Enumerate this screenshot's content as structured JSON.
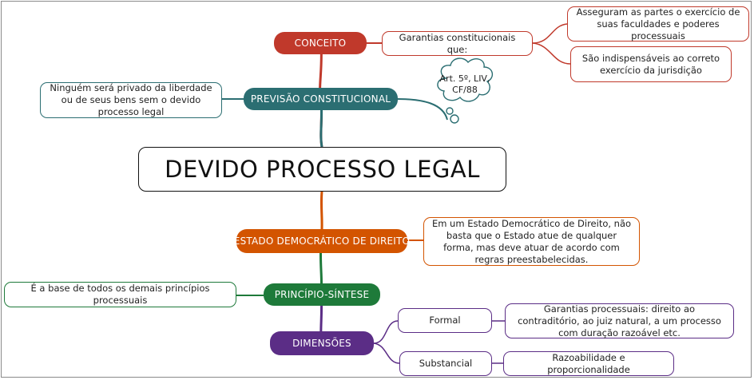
{
  "title": "DEVIDO PROCESSO LEGAL",
  "colors": {
    "conceito": "#c0392b",
    "previsao": "#2b6e72",
    "estado": "#d35400",
    "principio": "#1e7a3a",
    "dimensoes": "#5b2d86"
  },
  "conceito": {
    "label": "CONCEITO",
    "summary": "Garantias constitucionais que:",
    "items": [
      "Asseguram as partes o exercício de suas faculdades e poderes processuais",
      "São indispensáveis ao correto exercício da jurisdição"
    ]
  },
  "previsao": {
    "label": "PREVISÃO CONSTITUCIONAL",
    "note": "Ninguém será privado da liberdade ou de seus bens sem o devido processo legal",
    "cloud": "Art. 5º, LIV, CF/88"
  },
  "estado": {
    "label": "ESTADO DEMOCRÁTICO DE DIREITO",
    "note": "Em um Estado Democrático de Direito, não basta que o Estado atue de qualquer forma, mas deve atuar de acordo com regras preestabelecidas."
  },
  "principio": {
    "label": "PRINCÍPIO-SÍNTESE",
    "note": "É a base de todos os demais princípios processuais"
  },
  "dimensoes": {
    "label": "DIMENSÕES",
    "items": [
      {
        "label": "Formal",
        "detail": "Garantias processuais: direito ao contraditório, ao juiz natural, a um processo com duração razoável etc."
      },
      {
        "label": "Substancial",
        "detail": "Razoabilidade e proporcionalidade"
      }
    ]
  }
}
